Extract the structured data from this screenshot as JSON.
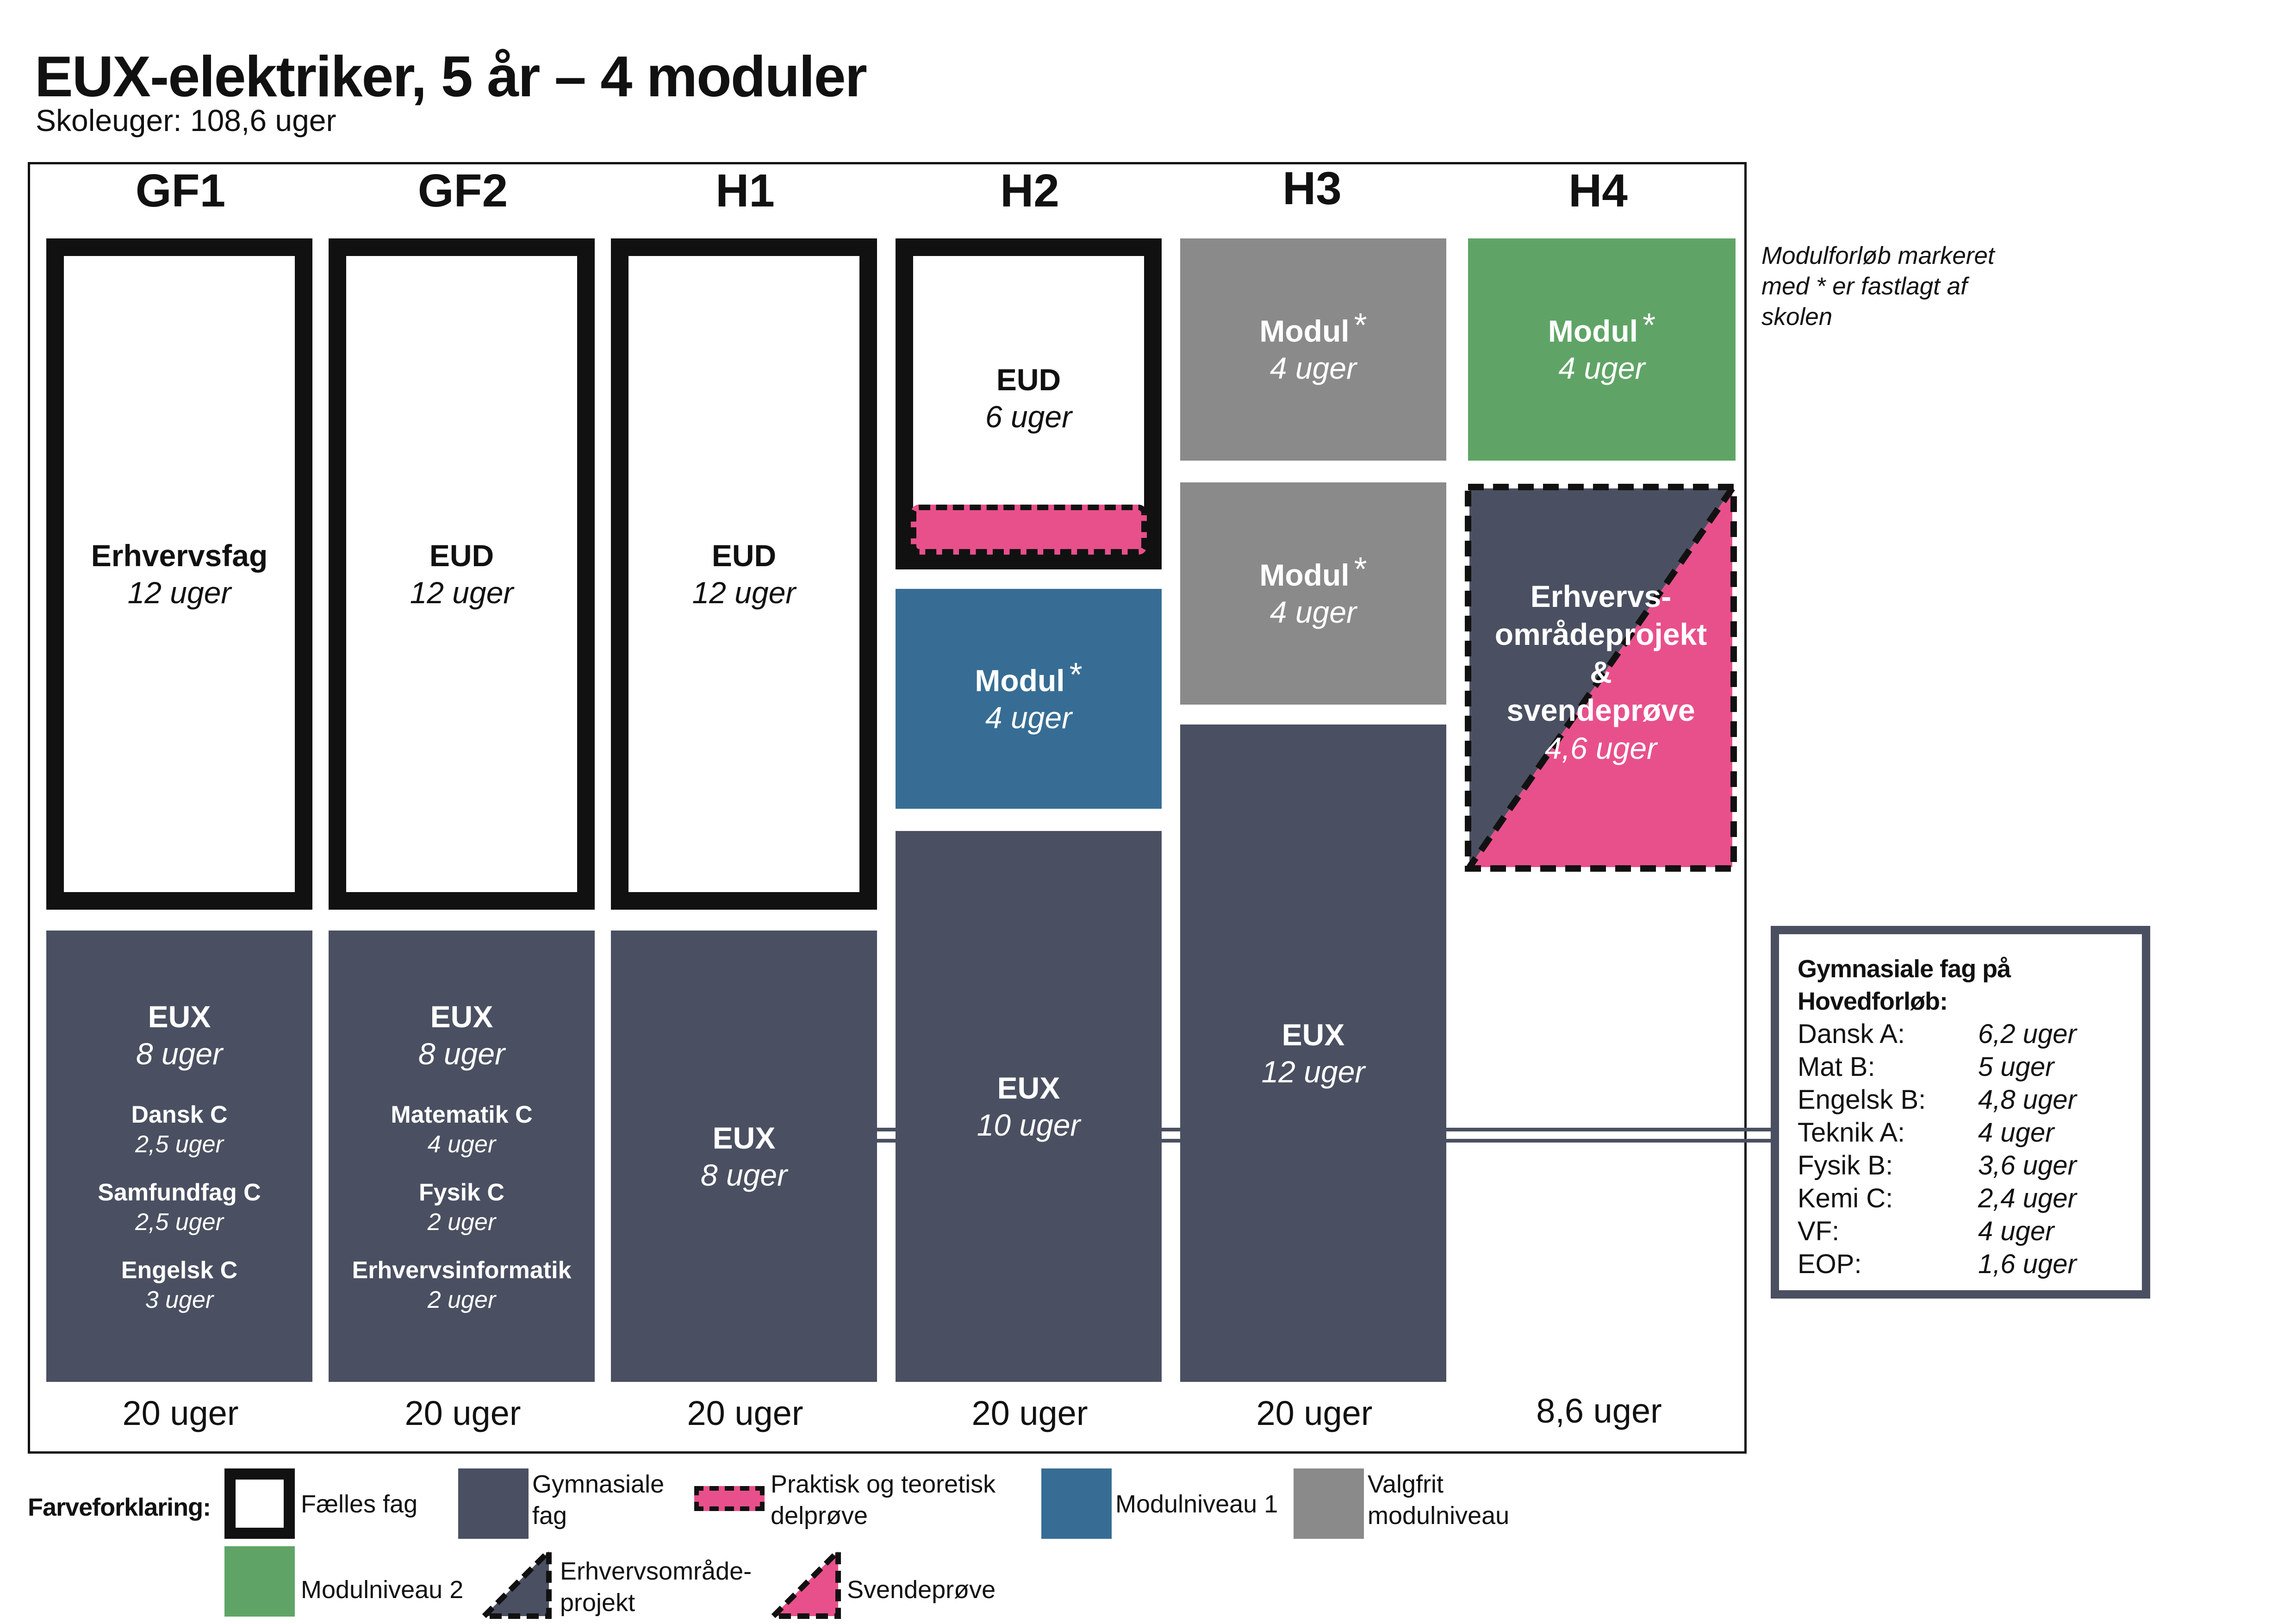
{
  "header": {
    "title": "EUX-elektriker, 5 år – 4 moduler",
    "subtitle": "Skoleuger: 108,6 uger"
  },
  "columns": [
    {
      "head": "GF1",
      "weeks": "20 uger"
    },
    {
      "head": "GF2",
      "weeks": "20 uger"
    },
    {
      "head": "H1",
      "weeks": "20 uger"
    },
    {
      "head": "H2",
      "weeks": "20 uger"
    },
    {
      "head": "H3",
      "weeks": "20 uger"
    },
    {
      "head": "H4",
      "weeks": "8,6 uger"
    }
  ],
  "note": "Modulforløb markeret med * er fastlagt af skolen",
  "blocks": {
    "gf1_top": {
      "title": "Erhvervsfag",
      "weeks": "12 uger"
    },
    "gf2_top": {
      "title": "EUD",
      "weeks": "12 uger"
    },
    "h1_top": {
      "title": "EUD",
      "weeks": "12 uger"
    },
    "h2_top": {
      "title": "EUD",
      "weeks": "6 uger"
    },
    "h2_modul": {
      "title": "Modul",
      "star": "*",
      "weeks": "4 uger"
    },
    "h3_modul_a": {
      "title": "Modul",
      "star": "*",
      "weeks": "4 uger"
    },
    "h3_modul_b": {
      "title": "Modul",
      "star": "*",
      "weeks": "4 uger"
    },
    "h4_modul": {
      "title": "Modul",
      "star": "*",
      "weeks": "4 uger"
    },
    "h4_project": {
      "line1": "Erhvervs-",
      "line2": "områdeprojekt",
      "line3": "&",
      "line4": "svendeprøve",
      "weeks": "4,6 uger"
    },
    "gf1_eux": {
      "title": "EUX",
      "weeks": "8 uger",
      "subjects": [
        {
          "name": "Dansk C",
          "weeks": "2,5 uger"
        },
        {
          "name": "Samfundfag C",
          "weeks": "2,5 uger"
        },
        {
          "name": "Engelsk C",
          "weeks": "3 uger"
        }
      ]
    },
    "gf2_eux": {
      "title": "EUX",
      "weeks": "8 uger",
      "subjects": [
        {
          "name": "Matematik C",
          "weeks": "4 uger"
        },
        {
          "name": "Fysik C",
          "weeks": "2 uger"
        },
        {
          "name": "Erhvervsinformatik",
          "weeks": "2 uger"
        }
      ]
    },
    "h1_eux": {
      "title": "EUX",
      "weeks": "8 uger"
    },
    "h2_eux": {
      "title": "EUX",
      "weeks": "10 uger"
    },
    "h3_eux": {
      "title": "EUX",
      "weeks": "12 uger"
    }
  },
  "gym_box": {
    "title_line1": "Gymnasiale fag på",
    "title_line2": "Hovedforløb:",
    "rows": [
      {
        "name": "Dansk A:",
        "weeks": "6,2 uger"
      },
      {
        "name": "Mat B:",
        "weeks": "5 uger"
      },
      {
        "name": "Engelsk B:",
        "weeks": "4,8 uger"
      },
      {
        "name": "Teknik A:",
        "weeks": "4 uger"
      },
      {
        "name": "Fysik B:",
        "weeks": "3,6 uger"
      },
      {
        "name": "Kemi C:",
        "weeks": "2,4 uger"
      },
      {
        "name": "VF:",
        "weeks": "4 uger"
      },
      {
        "name": "EOP:",
        "weeks": "1,6 uger"
      }
    ]
  },
  "legend": {
    "heading": "Farveforklaring:",
    "faelles_fag": "Fælles fag",
    "gym_fag_1": "Gymnasiale",
    "gym_fag_2": "fag",
    "delproeve_1": "Praktisk og teoretisk",
    "delproeve_2": "delprøve",
    "modul1": "Modulniveau 1",
    "valgfrit_1": "Valgfrit",
    "valgfrit_2": "modulniveau",
    "modul2": "Modulniveau 2",
    "eop_1": "Erhvervsområde-",
    "eop_2": "projekt",
    "svende": "Svendeprøve"
  },
  "colors": {
    "navy": "#4a5061",
    "gray": "#8a8a8a",
    "blue": "#376d94",
    "green": "#5fa466",
    "pink": "#e8508b",
    "black": "#111111"
  }
}
